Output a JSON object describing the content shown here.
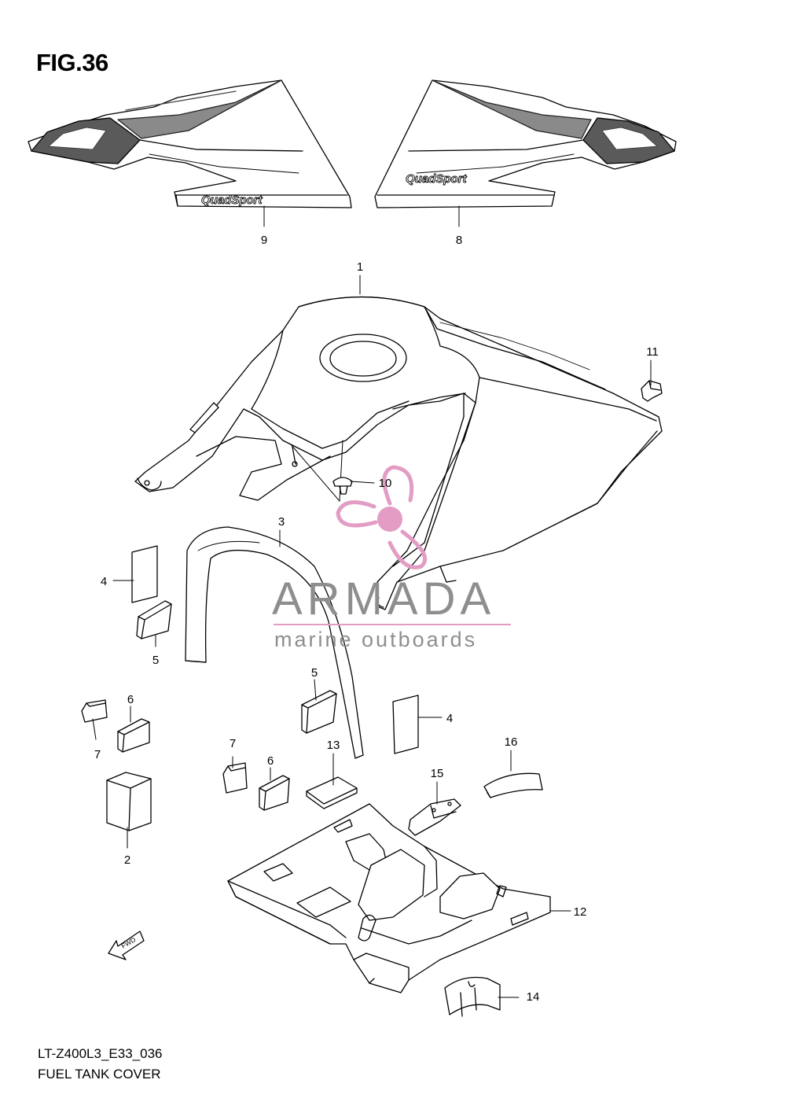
{
  "figure": {
    "title": "FIG.36",
    "model_code": "LT-Z400L3_E33_036",
    "caption": "FUEL TANK COVER"
  },
  "decal_text": "QuadSport",
  "callouts": {
    "c1": "1",
    "c2": "2",
    "c3": "3",
    "c4a": "4",
    "c4b": "4",
    "c5a": "5",
    "c5b": "5",
    "c6a": "6",
    "c6b": "6",
    "c7a": "7",
    "c7b": "7",
    "c8": "8",
    "c9": "9",
    "c10": "10",
    "c11": "11",
    "c12": "12",
    "c13": "13",
    "c14": "14",
    "c15": "15",
    "c16": "16"
  },
  "direction_arrow": "FWD",
  "watermark": {
    "brand": "ARMADA",
    "tagline": "marine outboards",
    "accent_color": "#e39cc4",
    "text_color": "#8e8e8e",
    "icon": "propeller-icon"
  }
}
